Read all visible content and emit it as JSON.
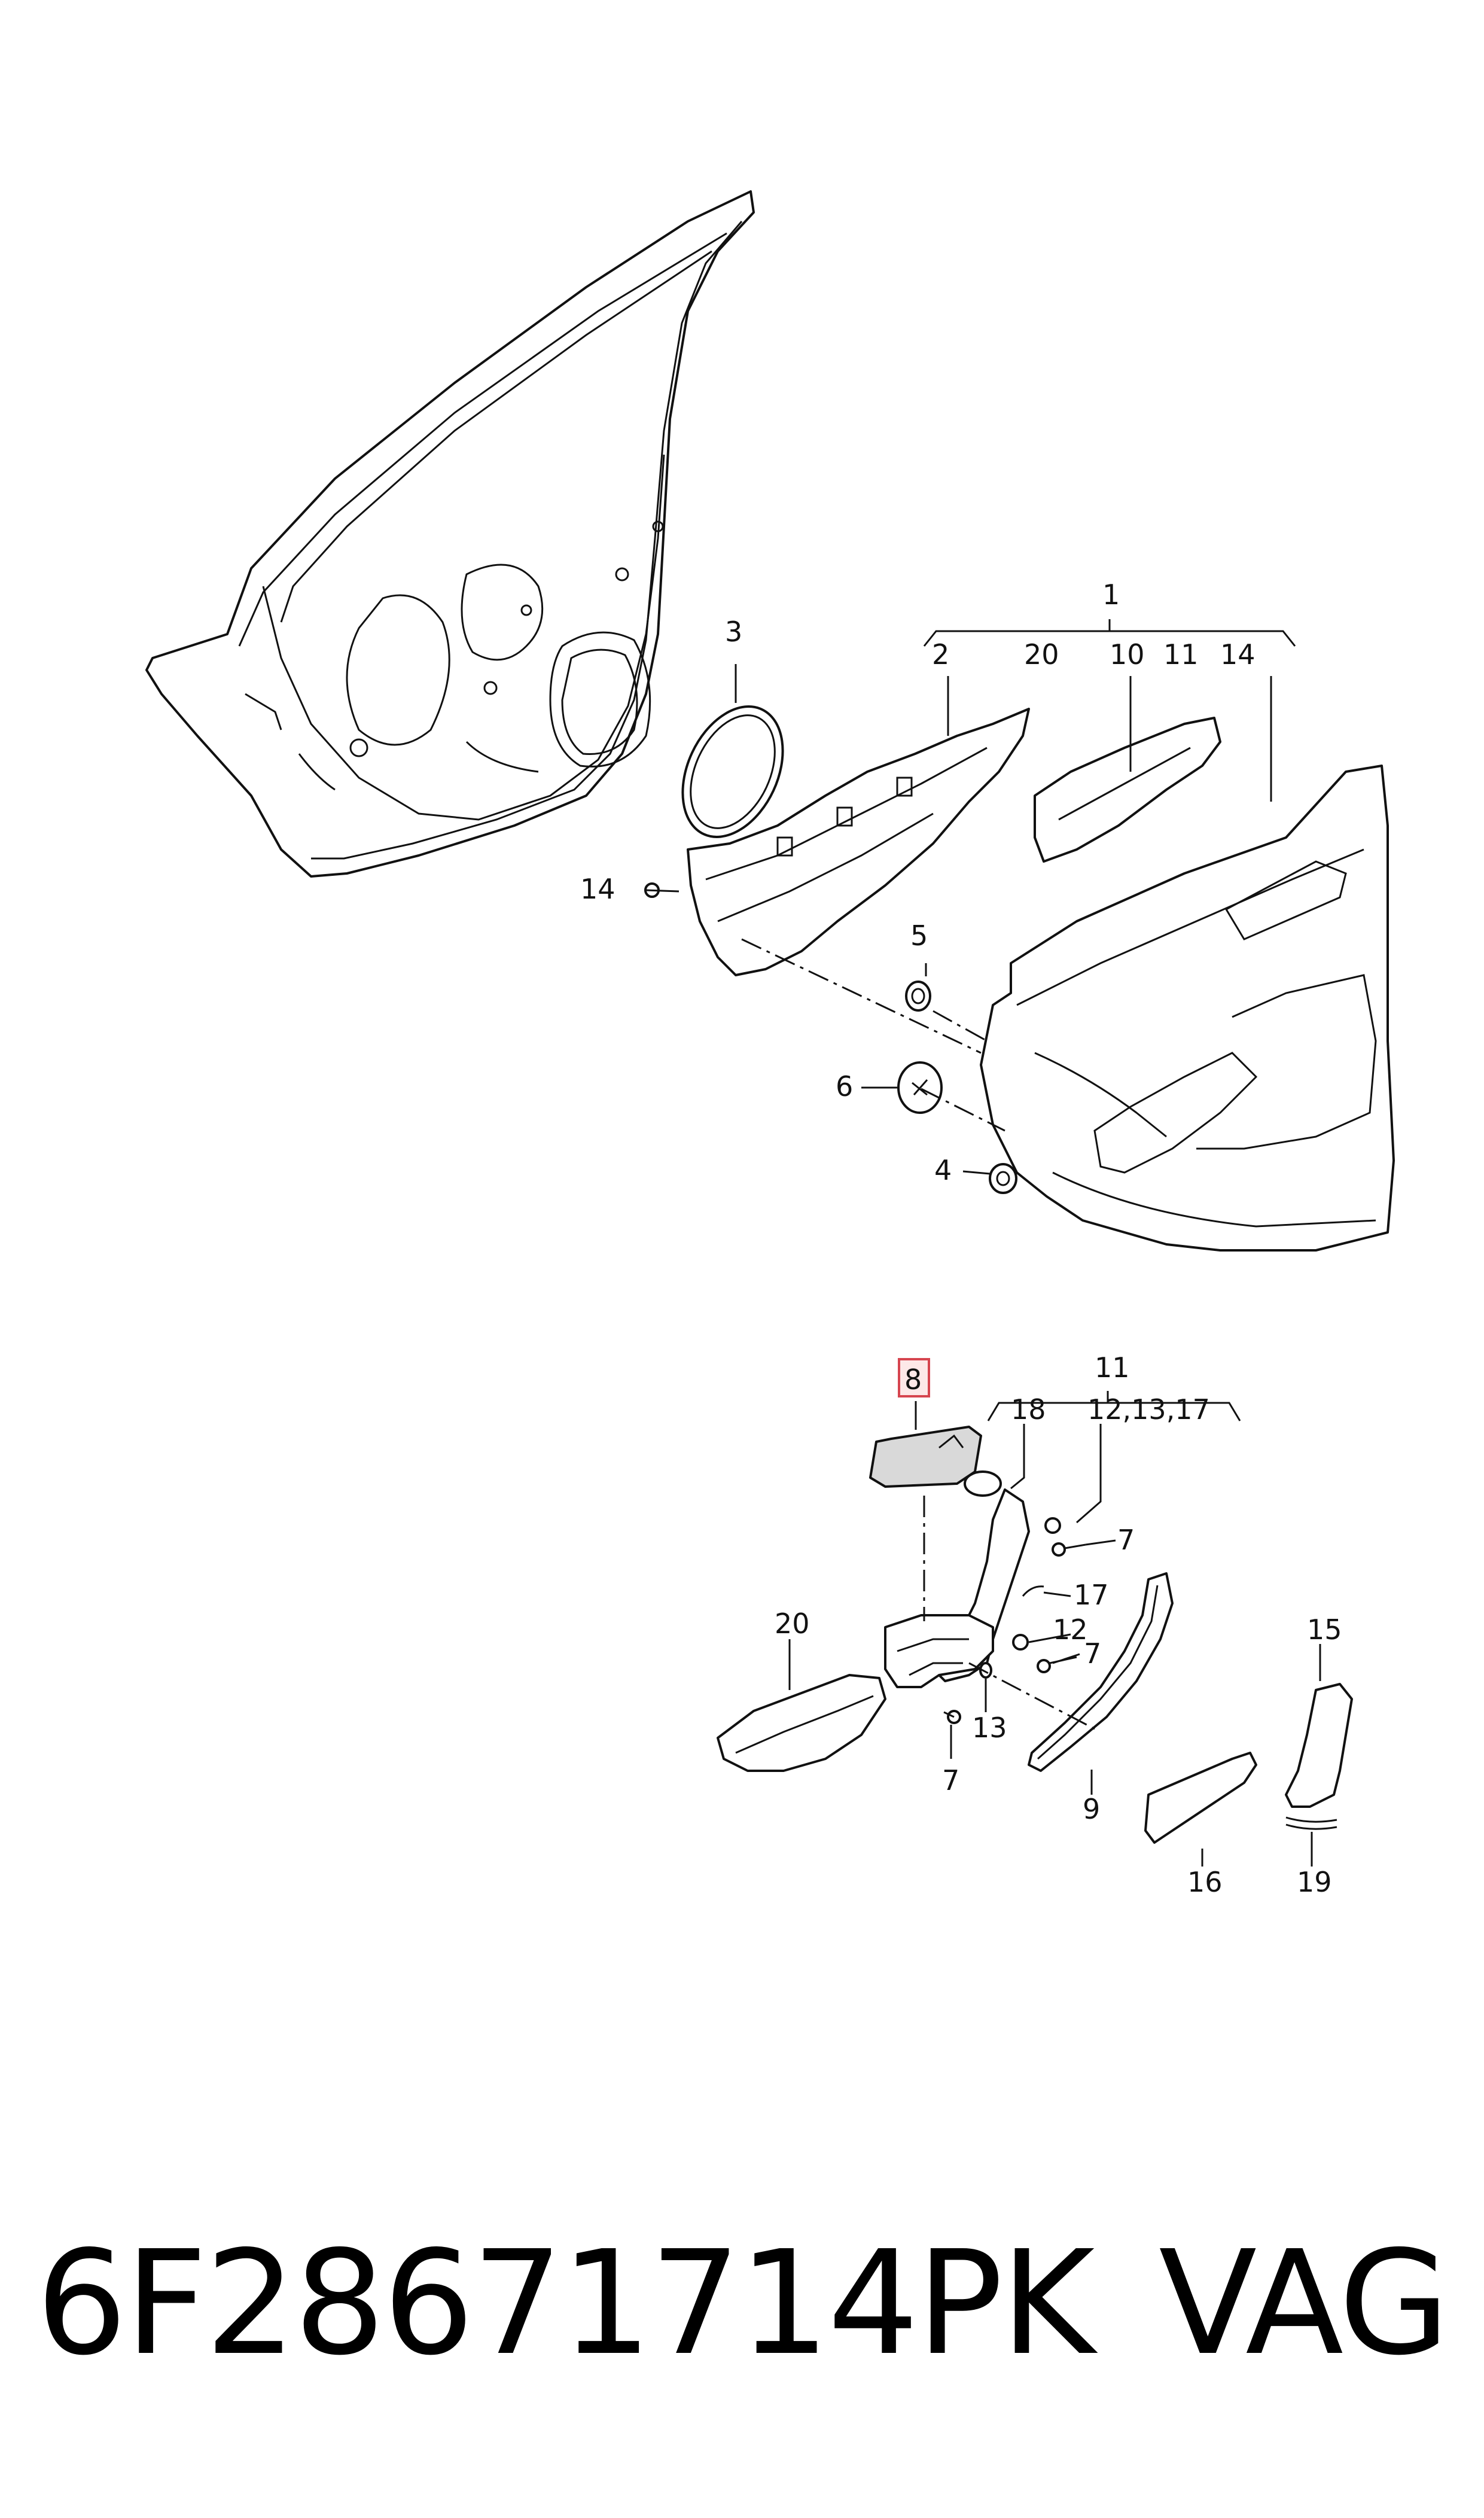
{
  "diagram": {
    "upper_labels": {
      "1": "1",
      "2": "2",
      "20": "20",
      "10": "10",
      "11": "11",
      "14": "14",
      "3": "3",
      "14b": "14",
      "5": "5",
      "6": "6",
      "4": "4"
    },
    "lower_labels": {
      "8": "8",
      "11": "11",
      "18": "18",
      "12_13_17": "12,13,17",
      "7a": "7",
      "17": "17",
      "12": "12",
      "7b": "7",
      "20": "20",
      "13": "13",
      "7c": "7",
      "9": "9",
      "15": "15",
      "16": "16",
      "19": "19"
    },
    "highlighted_part": "8"
  },
  "footer": {
    "part_number": "6F28671714PK",
    "brand": "VAG"
  },
  "colors": {
    "highlight_fill": "#fde8e8",
    "highlight_stroke": "#d6454f",
    "line": "#111111"
  }
}
